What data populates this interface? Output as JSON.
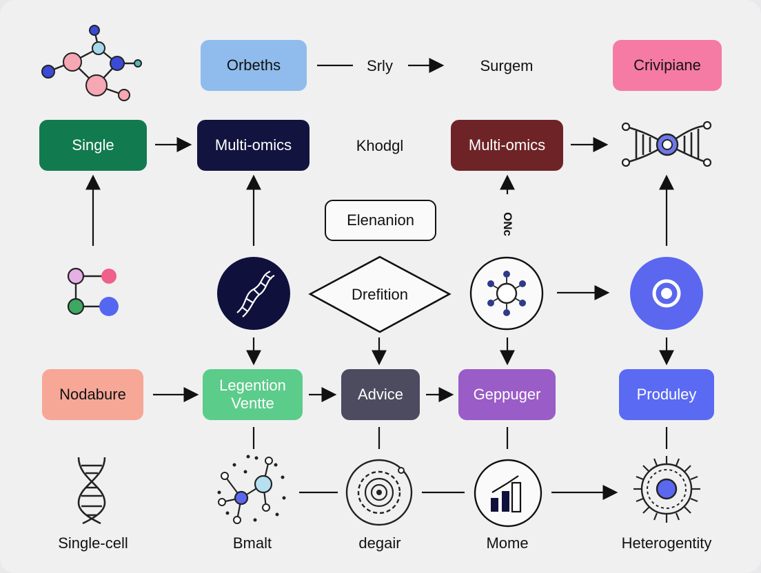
{
  "colors": {
    "orbeths": "#8fbcec",
    "crivipiane": "#f57ba4",
    "single": "#127a4f",
    "multi_omics_navy": "#12133f",
    "multi_omics_maroon": "#6e2427",
    "nodabure": "#f6a796",
    "legention": "#5ccc8b",
    "advice": "#4c4b5f",
    "geppuger": "#9a5cc6",
    "produley": "#5a6af2"
  },
  "nodes": {
    "orbeths": "Orbeths",
    "srly": "Srly",
    "surgem": "Surgem",
    "crivipiane": "Crivipiane",
    "single": "Single",
    "multi_omics_1": "Multi-omics",
    "khodgl": "Khodgl",
    "multi_omics_2": "Multi-omics",
    "elenanion": "Elenanion",
    "vertical_text": "ONc",
    "drefition": "Drefition",
    "nodabure": "Nodabure",
    "legention_line1": "Legention",
    "legention_line2": "Ventte",
    "advice": "Advice",
    "geppuger": "Geppuger",
    "produley": "Produley"
  },
  "bottom_labels": {
    "single_cell": "Single-cell",
    "bmalt": "Bmalt",
    "degair": "degair",
    "mome": "Mome",
    "heterogentity": "Heterogentity"
  },
  "icons": {
    "top_left": "molecule-network-icon",
    "top_right": "dna-crossover-icon",
    "left_mid": "node-graph-icon",
    "dna_circle": "dna-helix-circle-icon",
    "hub_circle": "hub-network-circle-icon",
    "target_circle": "target-circle-icon",
    "dna_bottom": "dna-helix-icon",
    "scatter": "scatter-network-icon",
    "gear": "gear-cell-icon",
    "bars": "bar-chart-circle-icon",
    "virus": "virus-cell-icon"
  }
}
